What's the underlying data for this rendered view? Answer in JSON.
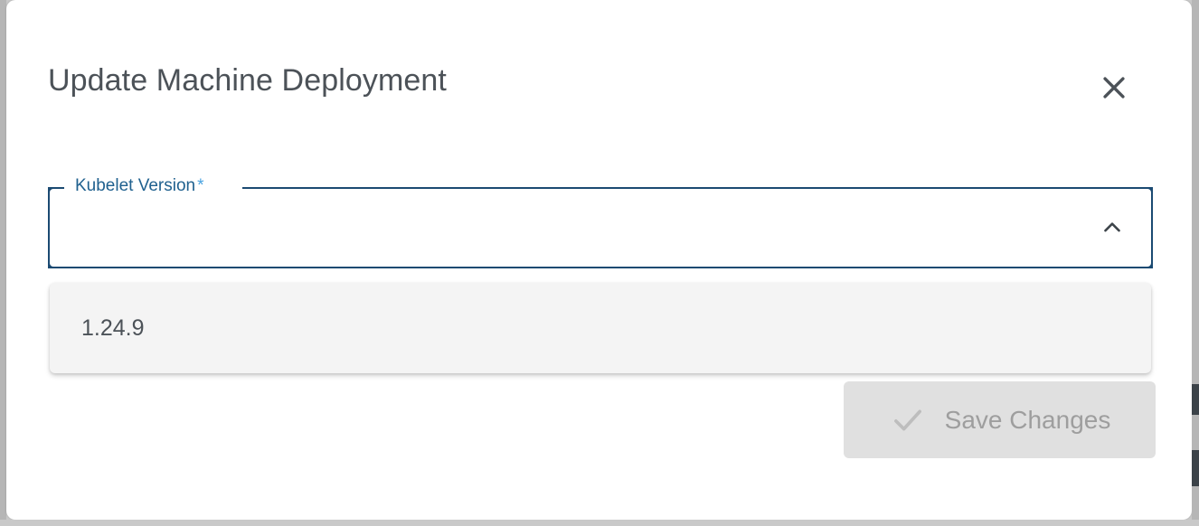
{
  "dialog": {
    "title": "Update Machine Deployment",
    "close_icon": "close-icon"
  },
  "form": {
    "kubelet_version": {
      "label": "Kubelet Version",
      "required_marker": "*",
      "value": "",
      "placeholder": "",
      "arrow_icon": "chevron-up-icon",
      "expanded": true,
      "options": [
        {
          "label": "1.24.9"
        }
      ]
    }
  },
  "footer": {
    "save_label": "Save Changes",
    "save_icon": "check-icon",
    "save_disabled": true
  },
  "colors": {
    "field_outline": "#1b4a72",
    "field_label": "#20618f",
    "required_star": "#4aa3e0",
    "title_text": "#4c5258",
    "panel_bg": "#f4f4f4",
    "disabled_button_bg": "#e0e0e0",
    "disabled_button_text": "#9e9e9e",
    "backdrop": "#c9c9c9"
  }
}
